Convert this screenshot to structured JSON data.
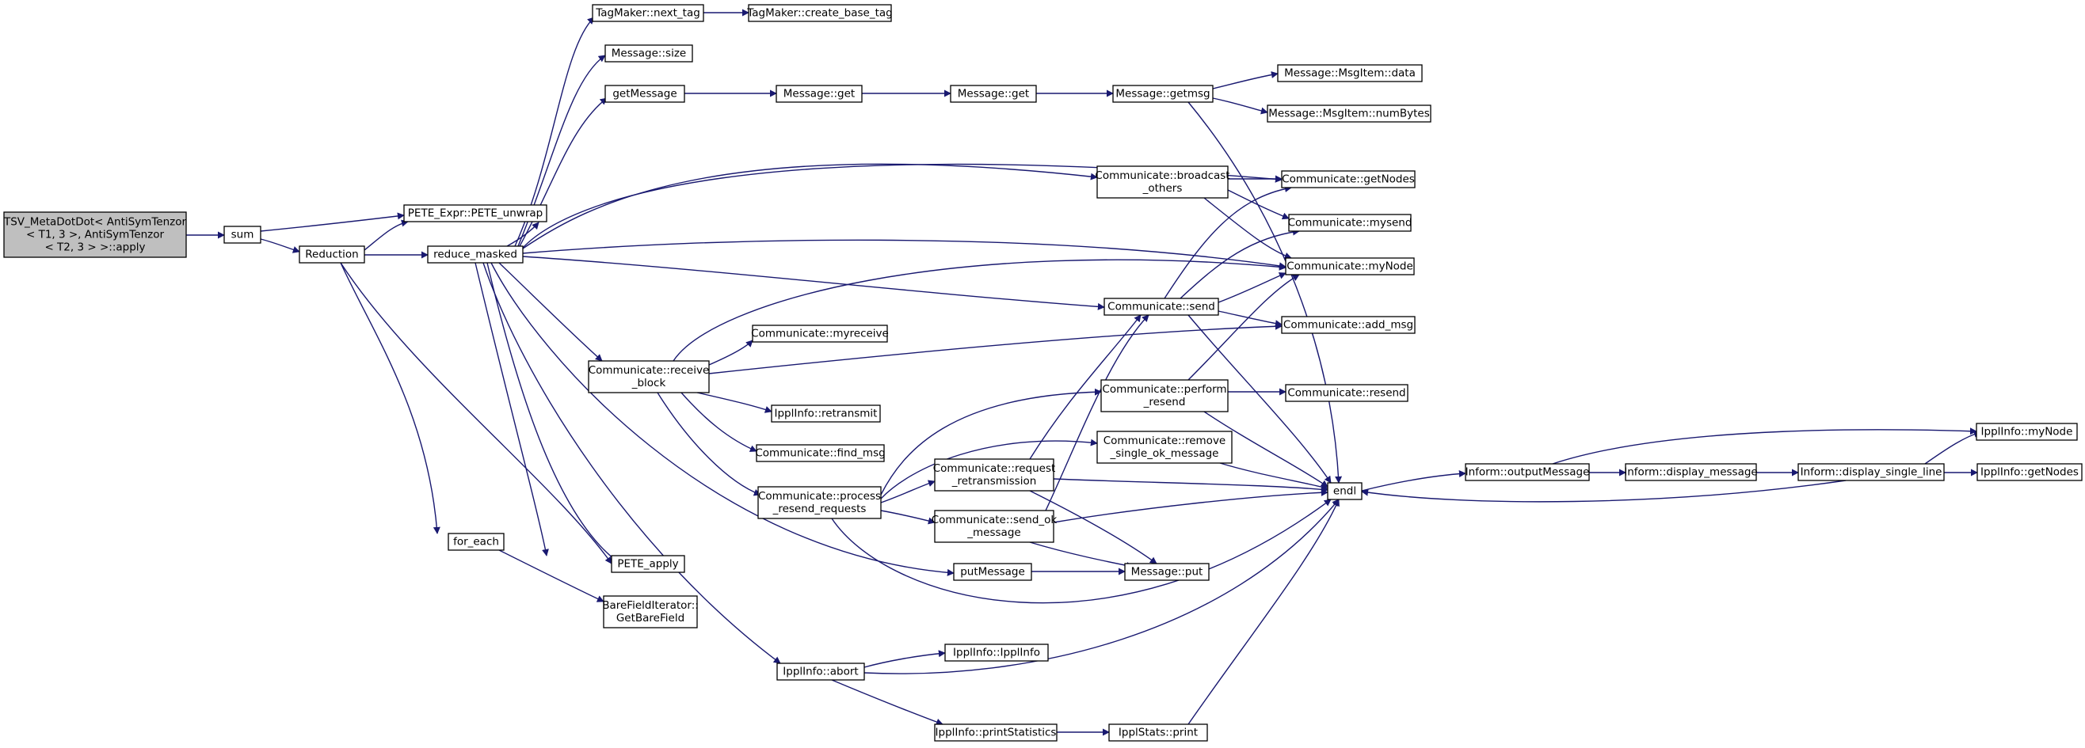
{
  "colors": {
    "edge": "#191970",
    "root_fill": "#bfbfbf",
    "node_fill": "#ffffff",
    "node_border": "#000000"
  },
  "nodes": [
    {
      "id": "root",
      "lines": [
        "TSV_MetaDotDot< AntiSymTenzor",
        "< T1, 3 >, AntiSymTenzor",
        "< T2, 3 > >::apply"
      ],
      "root": true
    },
    {
      "id": "sum",
      "lines": [
        "sum"
      ]
    },
    {
      "id": "pete_unwrap",
      "lines": [
        "PETE_Expr::PETE_unwrap"
      ]
    },
    {
      "id": "reduction",
      "lines": [
        "Reduction"
      ]
    },
    {
      "id": "reduce_masked",
      "lines": [
        "reduce_masked"
      ]
    },
    {
      "id": "tm_next",
      "lines": [
        "TagMaker::next_tag"
      ]
    },
    {
      "id": "tm_create",
      "lines": [
        "TagMaker::create_base_tag"
      ]
    },
    {
      "id": "msg_size",
      "lines": [
        "Message::size"
      ]
    },
    {
      "id": "getmessage",
      "lines": [
        "getMessage"
      ]
    },
    {
      "id": "msg_get1",
      "lines": [
        "Message::get"
      ]
    },
    {
      "id": "msg_get2",
      "lines": [
        "Message::get"
      ]
    },
    {
      "id": "msg_getmsg",
      "lines": [
        "Message::getmsg"
      ]
    },
    {
      "id": "msgitem_data",
      "lines": [
        "Message::MsgItem::data"
      ]
    },
    {
      "id": "msgitem_numbytes",
      "lines": [
        "Message::MsgItem::numBytes"
      ]
    },
    {
      "id": "comm_bcast",
      "lines": [
        "Communicate::broadcast",
        "_others"
      ]
    },
    {
      "id": "comm_getnodes",
      "lines": [
        "Communicate::getNodes"
      ]
    },
    {
      "id": "comm_mysend",
      "lines": [
        "Communicate::mysend"
      ]
    },
    {
      "id": "comm_mynode",
      "lines": [
        "Communicate::myNode"
      ]
    },
    {
      "id": "comm_send",
      "lines": [
        "Communicate::send"
      ]
    },
    {
      "id": "comm_addmsg",
      "lines": [
        "Communicate::add_msg"
      ]
    },
    {
      "id": "comm_myreceive",
      "lines": [
        "Communicate::myreceive"
      ]
    },
    {
      "id": "comm_recvblock",
      "lines": [
        "Communicate::receive",
        "_block"
      ]
    },
    {
      "id": "comm_perform",
      "lines": [
        "Communicate::perform",
        "_resend"
      ]
    },
    {
      "id": "comm_resend",
      "lines": [
        "Communicate::resend"
      ]
    },
    {
      "id": "ippl_retransmit",
      "lines": [
        "IpplInfo::retransmit"
      ]
    },
    {
      "id": "comm_remove",
      "lines": [
        "Communicate::remove",
        "_single_ok_message"
      ]
    },
    {
      "id": "comm_findmsg",
      "lines": [
        "Communicate::find_msg"
      ]
    },
    {
      "id": "comm_request",
      "lines": [
        "Communicate::request",
        "_retransmission"
      ]
    },
    {
      "id": "comm_process",
      "lines": [
        "Communicate::process",
        "_resend_requests"
      ]
    },
    {
      "id": "comm_sendok",
      "lines": [
        "Communicate::send_ok",
        "_message"
      ]
    },
    {
      "id": "endl",
      "lines": [
        "endl"
      ]
    },
    {
      "id": "inform_output",
      "lines": [
        "Inform::outputMessage"
      ]
    },
    {
      "id": "inform_display",
      "lines": [
        "Inform::display_message"
      ]
    },
    {
      "id": "inform_single",
      "lines": [
        "Inform::display_single_line"
      ]
    },
    {
      "id": "ippl_mynode",
      "lines": [
        "IpplInfo::myNode"
      ]
    },
    {
      "id": "ippl_getnodes",
      "lines": [
        "IpplInfo::getNodes"
      ]
    },
    {
      "id": "for_each",
      "lines": [
        "for_each"
      ]
    },
    {
      "id": "pete_apply",
      "lines": [
        "PETE_apply"
      ]
    },
    {
      "id": "putmessage",
      "lines": [
        "putMessage"
      ]
    },
    {
      "id": "msg_put",
      "lines": [
        "Message::put"
      ]
    },
    {
      "id": "barefield",
      "lines": [
        "BareFieldIterator::",
        "GetBareField"
      ]
    },
    {
      "id": "ippl_abort",
      "lines": [
        "IpplInfo::abort"
      ]
    },
    {
      "id": "ippl_ipplinfo",
      "lines": [
        "IpplInfo::IpplInfo"
      ]
    },
    {
      "id": "ippl_printstats",
      "lines": [
        "IpplInfo::printStatistics"
      ]
    },
    {
      "id": "ipplstats_print",
      "lines": [
        "IpplStats::print"
      ]
    }
  ]
}
